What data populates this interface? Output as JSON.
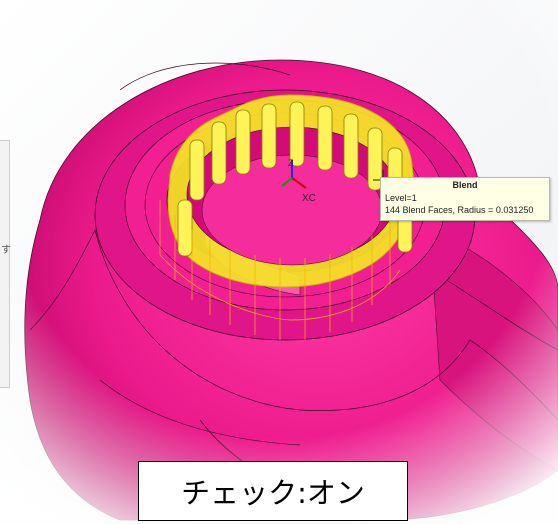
{
  "colors": {
    "part_fill": "#ec1a8c",
    "part_dark": "#b8005f",
    "highlight": "#f4ea22",
    "outline": "#3a0520"
  },
  "side_panel": {
    "glyph": "す"
  },
  "tooltip": {
    "title": "Blend",
    "level": "Level=1",
    "detail": "144 Blend Faces, Radius = 0.031250"
  },
  "axes": {
    "z_label": "Z",
    "x_label": "XC"
  },
  "caption": {
    "text": "チェック:オン"
  }
}
